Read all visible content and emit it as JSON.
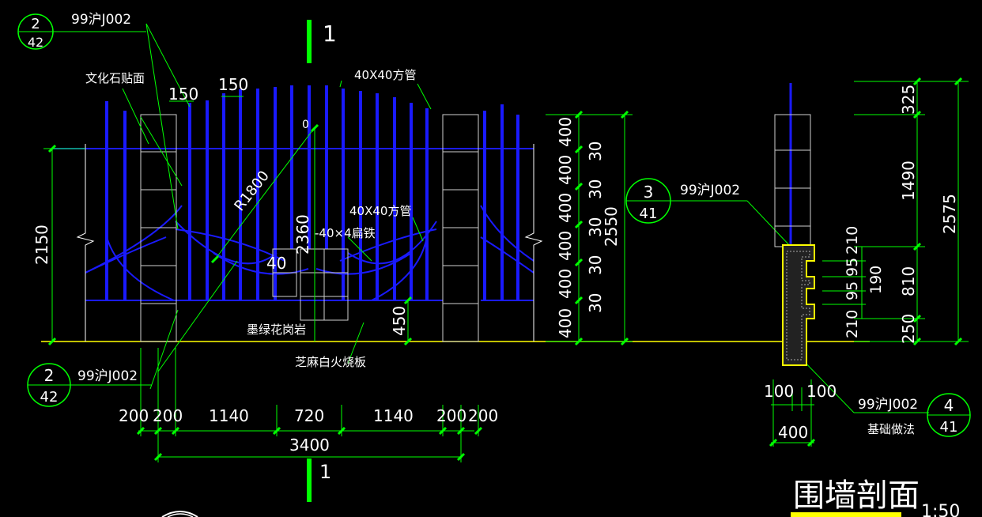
{
  "colors": {
    "background": "#000000",
    "dimension_green": "#00ff00",
    "fence_blue": "#1a1aff",
    "pillar_grey": "#cfcfcf",
    "ground_yellow": "#ffff00",
    "text_white": "#ffffff"
  },
  "title": {
    "text": "围墙剖面",
    "scale": "1:50"
  },
  "section_marker": {
    "label": "1"
  },
  "detail_refs": [
    {
      "top": "2",
      "bottom": "42",
      "code": "99沪J002"
    },
    {
      "top": "3",
      "bottom": "41",
      "code": "99沪J002"
    },
    {
      "top": "2",
      "bottom": "42",
      "code": "99沪J002"
    },
    {
      "top": "4",
      "bottom": "41",
      "code": "99沪J002"
    }
  ],
  "annotations": {
    "stone_facing": "文化石贴面",
    "tube_top": "40X40方管",
    "tube_mid": "40X40方管",
    "flat_iron": "-40×4扁铁",
    "granite": "墨绿花岗岩",
    "fire_board": "芝麻白火烧板",
    "foundation": "基础做法",
    "radius": "R1800",
    "zero": "0"
  },
  "elevation_dims": {
    "overall_height": "2150",
    "arch_height": "2360",
    "bar_spacing_a": "150",
    "bar_spacing_b": "150",
    "square_size": "40",
    "base_height": "450",
    "bottom_segments": [
      "200",
      "200",
      "1140",
      "720",
      "1140",
      "200",
      "200"
    ],
    "total_width": "3400",
    "pillar_stack": [
      "400",
      "30",
      "400",
      "30",
      "400",
      "30",
      "400",
      "30",
      "400",
      "30",
      "400"
    ],
    "pillar_total": "2550"
  },
  "section_dims": {
    "right_stack": [
      "325",
      "1490",
      "810",
      "250"
    ],
    "right_total": "2575",
    "inner_stack": [
      "210",
      "95",
      "95",
      "210"
    ],
    "inner_190": "190",
    "base_parts": [
      "100",
      "100"
    ],
    "base_width": "400"
  }
}
